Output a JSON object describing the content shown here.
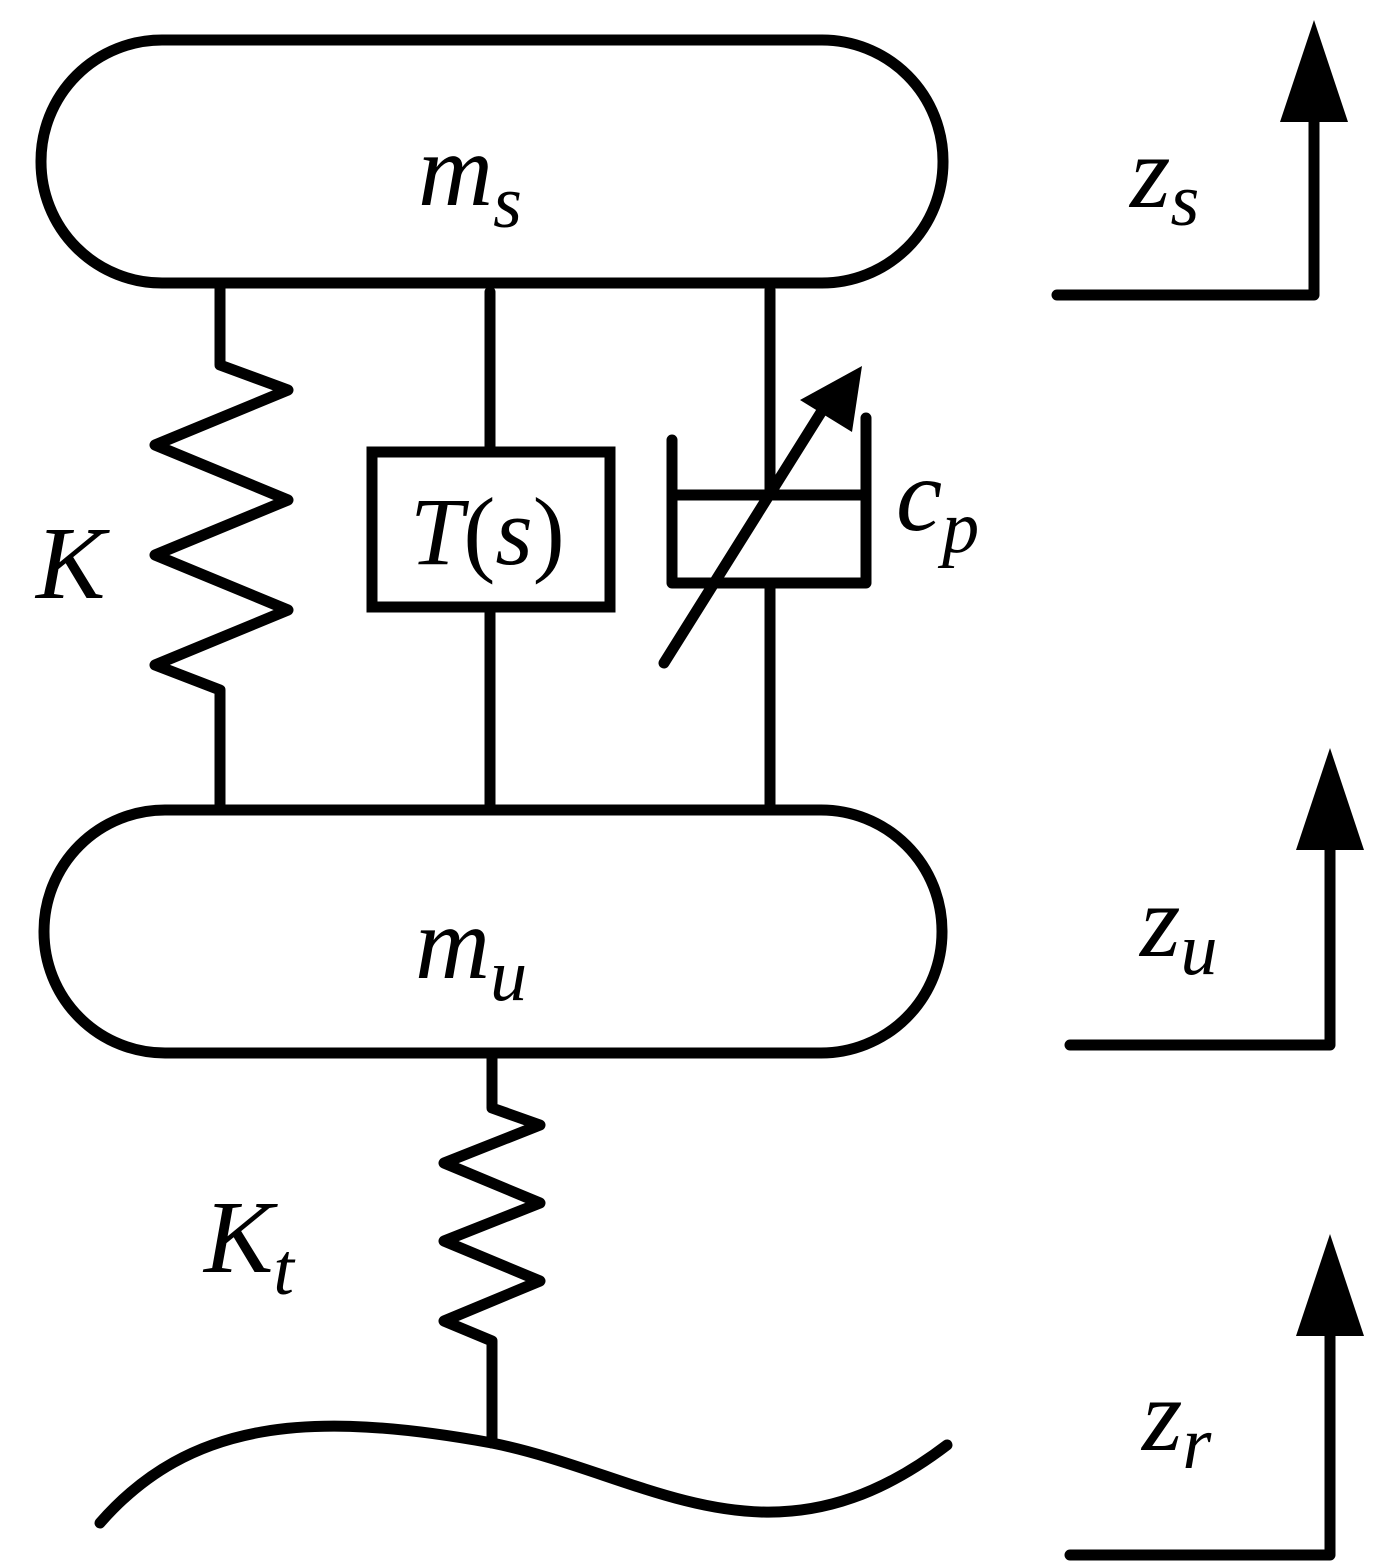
{
  "labels": {
    "sprung_mass": {
      "main": "m",
      "sub": "s"
    },
    "unsprung_mass": {
      "main": "m",
      "sub": "u"
    },
    "spring": {
      "main": "K"
    },
    "tire_stiffness": {
      "main": "K",
      "sub": "t"
    },
    "transfer_function": {
      "main": "T",
      "open": "(",
      "arg": "s",
      "close": ")"
    },
    "damper": {
      "main": "c",
      "sub": "p"
    },
    "sprung_displacement": {
      "main": "z",
      "sub": "s"
    },
    "unsprung_displacement": {
      "main": "z",
      "sub": "u"
    },
    "road_displacement": {
      "main": "z",
      "sub": "r"
    }
  }
}
